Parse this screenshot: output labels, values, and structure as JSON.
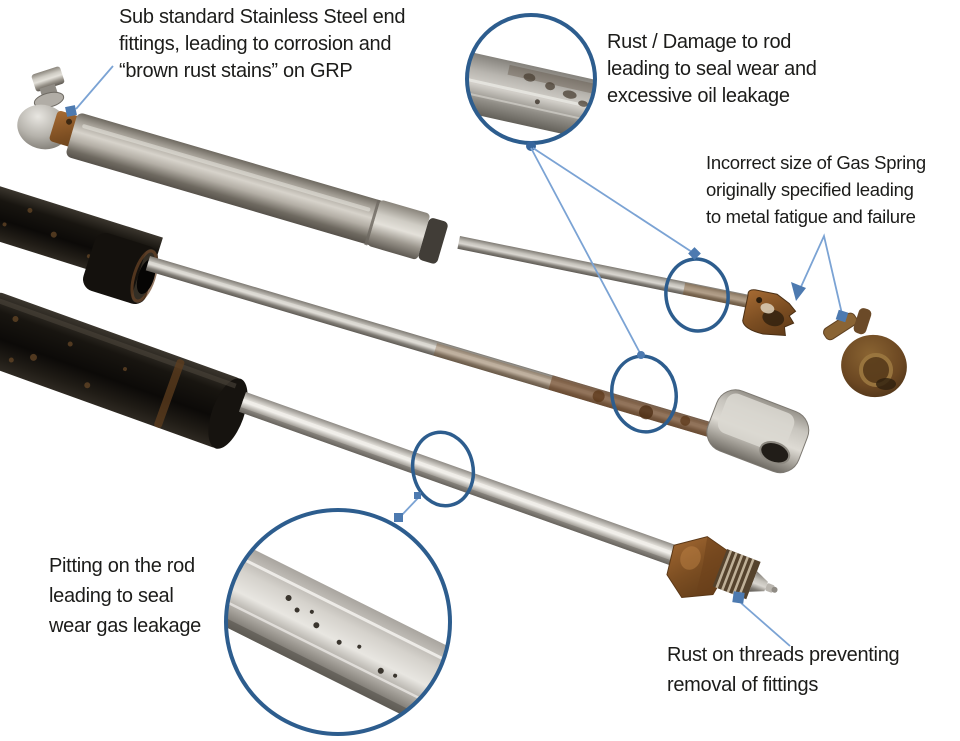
{
  "annotations": {
    "sub_standard": {
      "lines": [
        "Sub standard Stainless Steel end",
        "fittings, leading to corrosion and",
        "“brown rust stains” on GRP"
      ]
    },
    "rust_damage": {
      "lines": [
        "Rust / Damage to rod",
        "leading to seal wear and",
        "excessive oil leakage"
      ]
    },
    "incorrect_size": {
      "lines": [
        "Incorrect size of Gas Spring",
        "originally specified leading",
        "to metal fatigue and failure"
      ]
    },
    "pitting": {
      "lines": [
        "Pitting on the rod",
        "leading to seal",
        "wear gas leakage"
      ]
    },
    "rust_threads": {
      "lines": [
        "Rust on threads preventing",
        "removal of fittings"
      ]
    }
  },
  "colors": {
    "annotation_circle": "#2d5d8e",
    "connector_line": "#7ba3d4",
    "marker": "#4d7ab0",
    "text": "#1c1c1a",
    "rust": "#7c4e22",
    "background": "#ffffff"
  }
}
